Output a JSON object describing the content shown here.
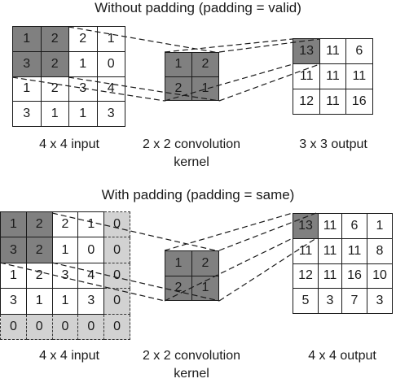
{
  "top": {
    "title": "Without padding (padding = valid)",
    "input": [
      [
        "1",
        "2",
        "2",
        "1"
      ],
      [
        "3",
        "2",
        "1",
        "0"
      ],
      [
        "1",
        "2",
        "3",
        "4"
      ],
      [
        "3",
        "1",
        "1",
        "3"
      ]
    ],
    "kernel": [
      [
        "1",
        "2"
      ],
      [
        "2",
        "1"
      ]
    ],
    "output": [
      [
        "13",
        "11",
        "6"
      ],
      [
        "11",
        "11",
        "11"
      ],
      [
        "12",
        "11",
        "16"
      ]
    ],
    "input_caption": "4 x 4 input",
    "kernel_caption_1": "2 x 2 convolution",
    "kernel_caption_2": "kernel",
    "output_caption": "3 x 3 output"
  },
  "bottom": {
    "title": "With padding (padding = same)",
    "input": [
      [
        "1",
        "2",
        "2",
        "1",
        "0"
      ],
      [
        "3",
        "2",
        "1",
        "0",
        "0"
      ],
      [
        "1",
        "2",
        "3",
        "4",
        "0"
      ],
      [
        "3",
        "1",
        "1",
        "3",
        "0"
      ],
      [
        "0",
        "0",
        "0",
        "0",
        "0"
      ]
    ],
    "kernel": [
      [
        "1",
        "2"
      ],
      [
        "2",
        "1"
      ]
    ],
    "output": [
      [
        "13",
        "11",
        "6",
        "1"
      ],
      [
        "11",
        "11",
        "11",
        "8"
      ],
      [
        "12",
        "11",
        "16",
        "10"
      ],
      [
        "5",
        "3",
        "7",
        "3"
      ]
    ],
    "input_caption": "4 x 4 input",
    "kernel_caption_1": "2 x 2 convolution",
    "kernel_caption_2": "kernel",
    "output_caption": "4 x 4 output"
  }
}
